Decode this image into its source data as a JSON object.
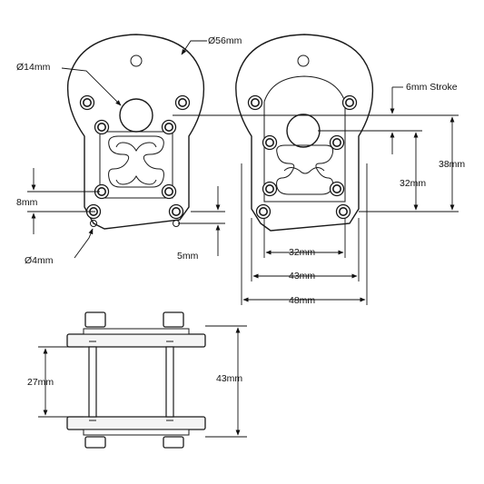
{
  "dimensions": {
    "outer_diameter": "Ø56mm",
    "center_hole": "Ø14mm",
    "pattern_spacing": "8mm",
    "mount_hole": "Ø4mm",
    "hole_offset": "5mm",
    "stroke": "6mm Stroke",
    "height_38": "38mm",
    "height_32": "32mm",
    "width_32": "32mm",
    "width_43": "43mm",
    "width_48": "48mm",
    "stack_27": "27mm",
    "stack_43": "43mm"
  },
  "colors": {
    "line": "#1a1a1a",
    "fill": "#ffffff",
    "part_fill": "#f4f4f4"
  }
}
